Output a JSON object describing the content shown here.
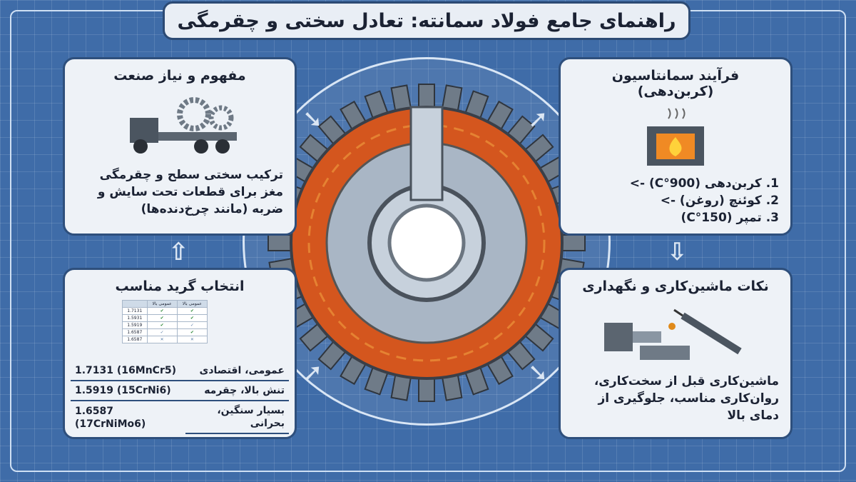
{
  "title": "راهنمای جامع فولاد سمانته: تعادل سختی و چقرمگی",
  "panels": {
    "concept": {
      "heading": "مفهوم و نیاز صنعت",
      "text": "ترکیب سختی سطح و چقرمگی مغز برای قطعات تحت سایش و ضربه (مانند چرخ‌دنده‌ها)"
    },
    "process": {
      "heading": "فرآیند سمانتاسیون (کربن‌دهی)",
      "steps": [
        "1. کربن‌دهی (900°C) ->",
        "2. کوئنچ (روغن) ->",
        "3. تمپر (150°C)"
      ]
    },
    "grade": {
      "heading": "انتخاب گرید مناسب",
      "mini_table": {
        "headers": [
          "",
          "عمومی بالا",
          "عمومی بالا"
        ],
        "rows": [
          [
            "1.7131",
            "✔",
            "✔"
          ],
          [
            "1.5931",
            "✔",
            "✔"
          ],
          [
            "1.5919",
            "✔",
            "✓"
          ],
          [
            "1.6587",
            "✓",
            "✔"
          ],
          [
            "1.6587",
            "✕",
            "✕"
          ]
        ]
      },
      "rows": [
        {
          "use": "عمومی، اقتصادی",
          "grade": "1.7131 (16MnCr5)"
        },
        {
          "use": "تنش بالا، چقرمه",
          "grade": "1.5919 (15CrNi6)"
        },
        {
          "use": "بسیار سنگین، بحرانی",
          "grade": "1.6587 (17CrNiMo6)"
        }
      ]
    },
    "machining": {
      "heading": "نکات ماشین‌کاری و نگهداری",
      "text": "ماشین‌کاری قبل از سخت‌کاری، روان‌کاری مناسب، جلوگیری از دمای بالا"
    }
  },
  "colors": {
    "background": "#3f6ca8",
    "panel": "#eef2f7",
    "border": "#2e4f7c",
    "case": "#d4561e",
    "core": "#9aa8b8"
  }
}
